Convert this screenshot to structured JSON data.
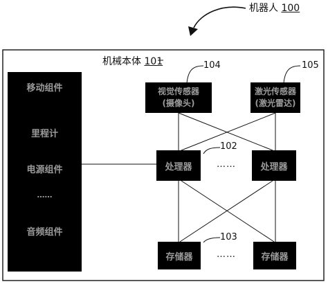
{
  "robot": {
    "label": "机器人",
    "ref": "100"
  },
  "body": {
    "label": "机械本体",
    "ref": "101"
  },
  "sidebar": {
    "items": [
      "移动组件",
      "里程计",
      "电源组件",
      "……",
      "音频组件"
    ]
  },
  "sensors": {
    "visual": {
      "label": "视觉传感器",
      "sub": "(摄像头)",
      "ref": "104"
    },
    "laser": {
      "label": "激光传感器",
      "sub": "(激光雷达)",
      "ref": "105"
    }
  },
  "processors": {
    "label_1": "处理器",
    "label_2": "处理器",
    "ref": "102",
    "ellipsis": "……"
  },
  "memory": {
    "label_1": "存储器",
    "label_2": "存储器",
    "ref": "103",
    "ellipsis": "……"
  }
}
